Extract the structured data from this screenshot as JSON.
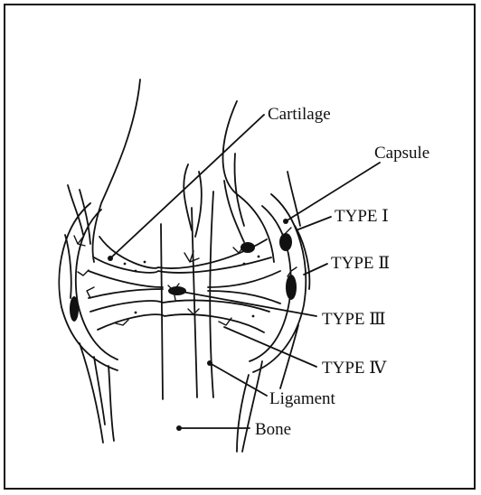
{
  "diagram": {
    "labels": {
      "cartilage": "Cartilage",
      "capsule": "Capsule",
      "type1": "TYPE Ⅰ",
      "type2": "TYPE Ⅱ",
      "type3": "TYPE Ⅲ",
      "type4": "TYPE Ⅳ",
      "ligament": "Ligament",
      "bone": "Bone"
    },
    "colors": {
      "ink": "#111111",
      "background": "#ffffff"
    }
  }
}
